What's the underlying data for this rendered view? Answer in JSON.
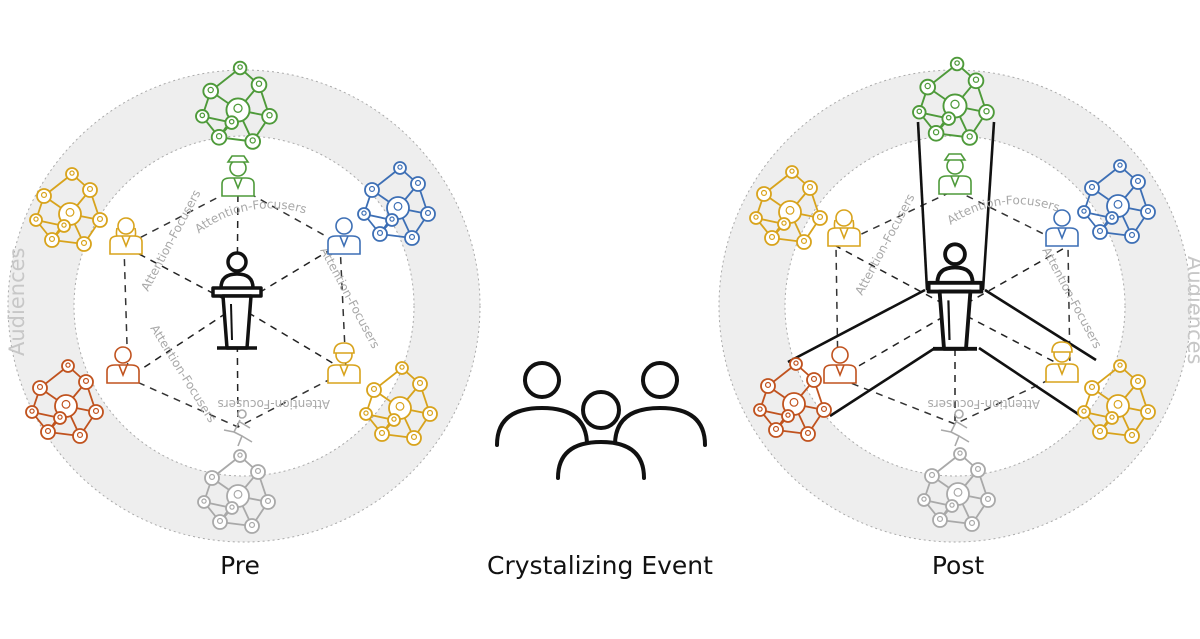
{
  "colors": {
    "green": "#4e9a3a",
    "blue": "#3d6fb5",
    "gold": "#d8a31c",
    "orange": "#c0521e",
    "gray": "#a9a9a9",
    "ring": "#eeeeee",
    "ring_label": "#c7c7c7",
    "hex_label": "#a8a8a8",
    "ink": "#111111"
  },
  "icons": {
    "center": "podium-speaker-icon",
    "middle": "people-group-icon",
    "focusers": [
      "police-officer-icon",
      "businessman-icon",
      "worker-hardhat-icon",
      "running-person-icon",
      "businessman-icon",
      "woman-icon"
    ],
    "networks": "network-graph-icon"
  },
  "diagrams": {
    "pre": {
      "caption": "Pre",
      "ring_label_left": "Audiences",
      "hex_labels": [
        "Attention-Focusers",
        "Attention-Focusers",
        "Attention-Focusers",
        "Attention-Focusers",
        "Attention-Focusers"
      ],
      "connections": "dashed"
    },
    "post": {
      "caption": "Post",
      "ring_label_right": "Audiences",
      "hex_labels": [
        "Attention-Focusers",
        "Attention-Focusers",
        "Attention-Focusers",
        "Attention-Focusers"
      ],
      "connections": "solid"
    }
  },
  "event": {
    "caption": "Crystalizing Event"
  }
}
